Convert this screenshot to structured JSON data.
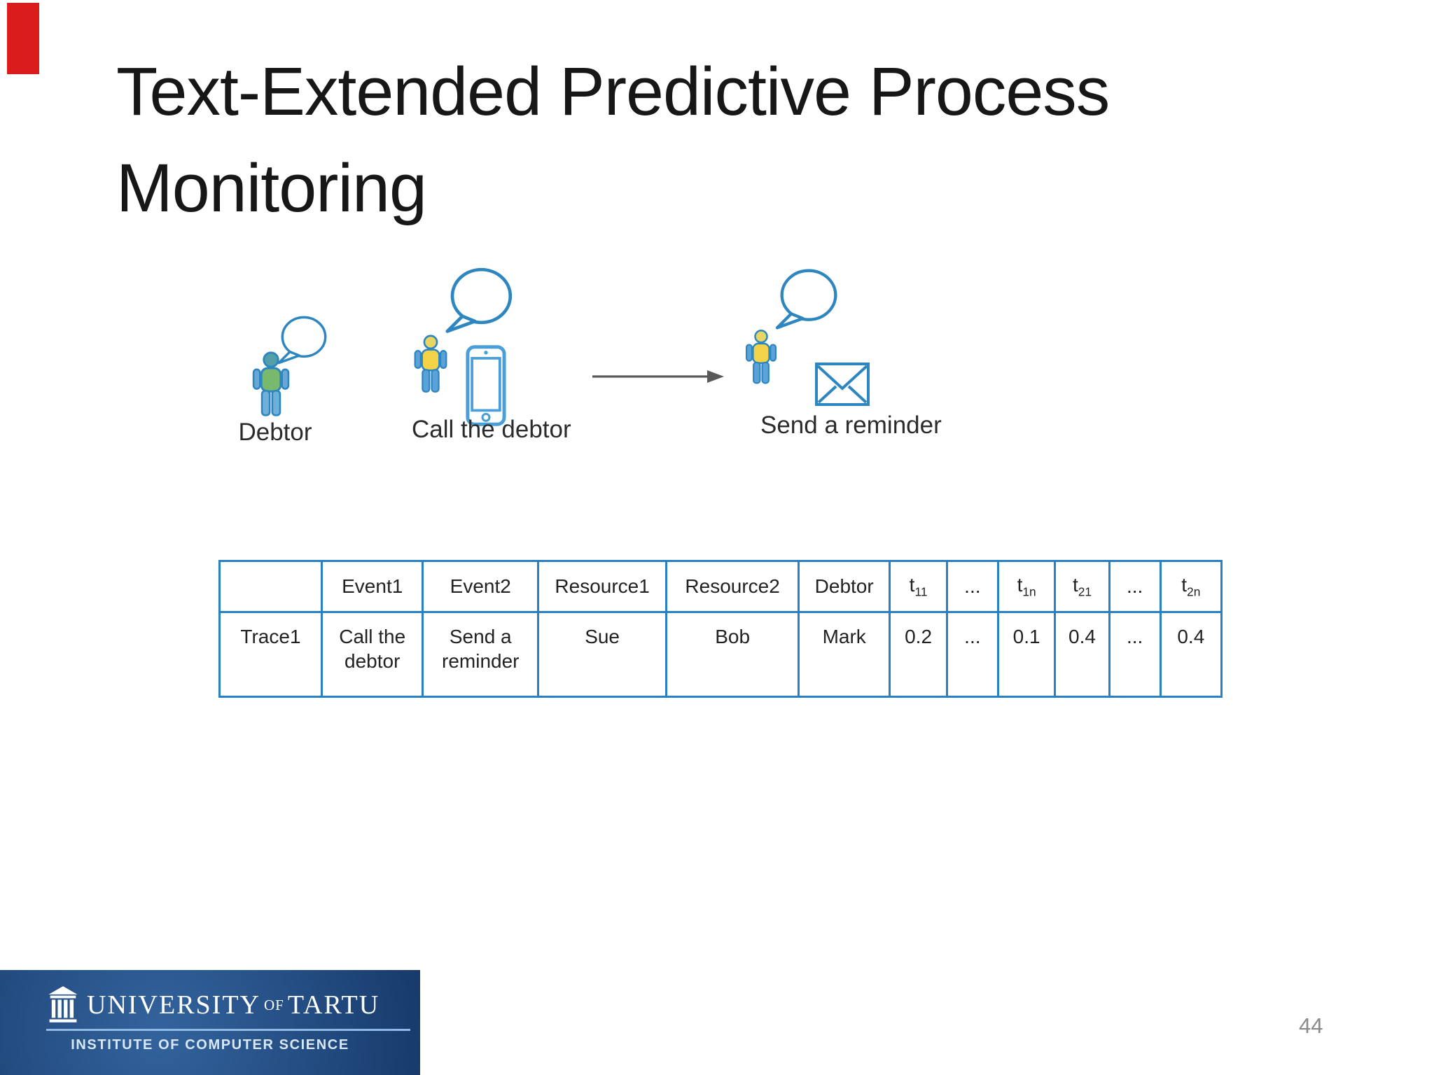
{
  "slide": {
    "title_line1": "Text-Extended Predictive Process",
    "title_line2": "Monitoring",
    "page_number": "44"
  },
  "diagram": {
    "steps": [
      {
        "label": "Debtor",
        "icons": [
          "person-icon",
          "speech-bubble-icon"
        ]
      },
      {
        "label": "Call the debtor",
        "icons": [
          "person-icon",
          "speech-bubble-icon",
          "phone-icon"
        ]
      },
      {
        "label": "Send a reminder",
        "icons": [
          "person-icon",
          "speech-bubble-icon",
          "envelope-icon"
        ]
      }
    ],
    "arrow": "right-arrow",
    "colors": {
      "icon_outline_blue": "#2e86c1",
      "person_green": "#79b96e",
      "person_head_teal": "#54a0a8",
      "person_yellow": "#f2d348",
      "limb_blue": "#5aa2d8",
      "arrow_gray": "#595959"
    }
  },
  "table": {
    "border_color": "#2980c4",
    "column_widths_pct": [
      10.2,
      10.1,
      11.5,
      12.8,
      13.2,
      9.1,
      5.7,
      5.1,
      5.7,
      5.4,
      5.1,
      6.1
    ],
    "header": [
      {
        "text": ""
      },
      {
        "text": "Event1"
      },
      {
        "text": "Event2"
      },
      {
        "text": "Resource1"
      },
      {
        "text": "Resource2"
      },
      {
        "text": "Debtor"
      },
      {
        "base": "t",
        "sub": "11"
      },
      {
        "text": "..."
      },
      {
        "base": "t",
        "sub": "1n"
      },
      {
        "base": "t",
        "sub": "21"
      },
      {
        "text": "..."
      },
      {
        "base": "t",
        "sub": "2n"
      }
    ],
    "rows": [
      [
        {
          "text": "Trace1"
        },
        {
          "text": "Call the debtor"
        },
        {
          "text": "Send a reminder"
        },
        {
          "text": "Sue"
        },
        {
          "text": "Bob"
        },
        {
          "text": "Mark"
        },
        {
          "text": "0.2"
        },
        {
          "text": "..."
        },
        {
          "text": "0.1"
        },
        {
          "text": "0.4"
        },
        {
          "text": "..."
        },
        {
          "text": "0.4"
        }
      ]
    ]
  },
  "logo": {
    "university": "UNIVERSITY",
    "of": "OF",
    "tartu": "TARTU",
    "subtitle": "INSTITUTE OF COMPUTER SCIENCE",
    "background_navy": "#265086"
  },
  "decoration": {
    "red_marker_color": "#db1c1c"
  }
}
